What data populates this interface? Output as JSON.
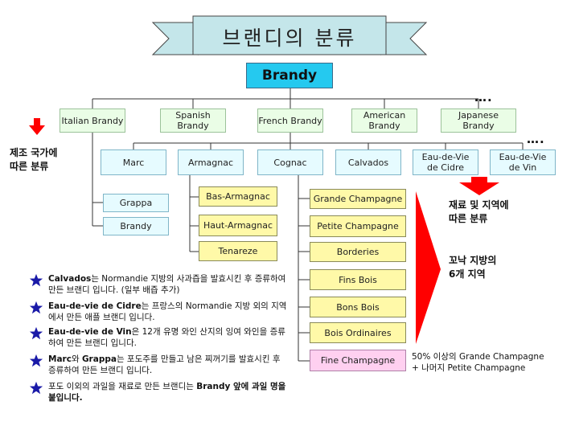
{
  "title": "브랜디의 분류",
  "root": "Brandy",
  "countries": [
    "Italian Brandy",
    "Spanish Brandy",
    "French Brandy",
    "American Brandy",
    "Japanese Brandy"
  ],
  "french_types": [
    "Marc",
    "Armagnac",
    "Cognac",
    "Calvados",
    "Eau-de-Vie de Cidre",
    "Eau-de-Vie de Vin"
  ],
  "italian_types": [
    "Grappa",
    "Brandy"
  ],
  "armagnac_regions": [
    "Bas-Armagnac",
    "Haut-Armagnac",
    "Tenareze"
  ],
  "cognac_regions": [
    "Grande Champagne",
    "Petite Champagne",
    "Borderies",
    "Fins Bois",
    "Bons Bois",
    "Bois Ordinaires"
  ],
  "fine_champagne": "Fine Champagne",
  "labels": {
    "by_country": "제조 국가에\n따른 분류",
    "by_material": "재료 및 지역에\n따른 분류",
    "cognac_six": "꼬낙 지방의\n6개 지역",
    "fine_note": "50% 이상의 Grande Champagne\n+ 나머지 Petite Champagne",
    "ellipsis": "…."
  },
  "notes": [
    {
      "bold": "Calvados",
      "text": "는 Normandie 지방의 사과즙을 발효시킨 후 증류하여 만든 브랜디 입니다. (일부 배즙 추가)"
    },
    {
      "bold": "Eau-de-vie de Cidre",
      "text": "는 프랑스의  Normandie 지방 외의 지역에서 만든 애플 브랜디 입니다."
    },
    {
      "bold": "Eau-de-vie de Vin",
      "text": "은 12개 유명 와인 산지의 잉여 와인을 증류하여 만든 브랜디 입니다."
    },
    {
      "bold": "Marc",
      "text": "와 ",
      "bold2": "Grappa",
      "text2": "는 포도주를 만들고 남은 찌꺼기를 발효시킨 후 증류하여 만든 브랜디 입니다."
    },
    {
      "text": "포도 이외의 과일을 재료로 만든 브랜디는 ",
      "bold": "Brandy 앞에 과일 명을 붙입니다."
    }
  ],
  "colors": {
    "root": "#25c9ef",
    "country": "#eafde6",
    "type": "#e6fbff",
    "region": "#fff9a8",
    "fine": "#ffd0f0",
    "arrow": "#ff0000",
    "star": "#1a1aa8"
  }
}
